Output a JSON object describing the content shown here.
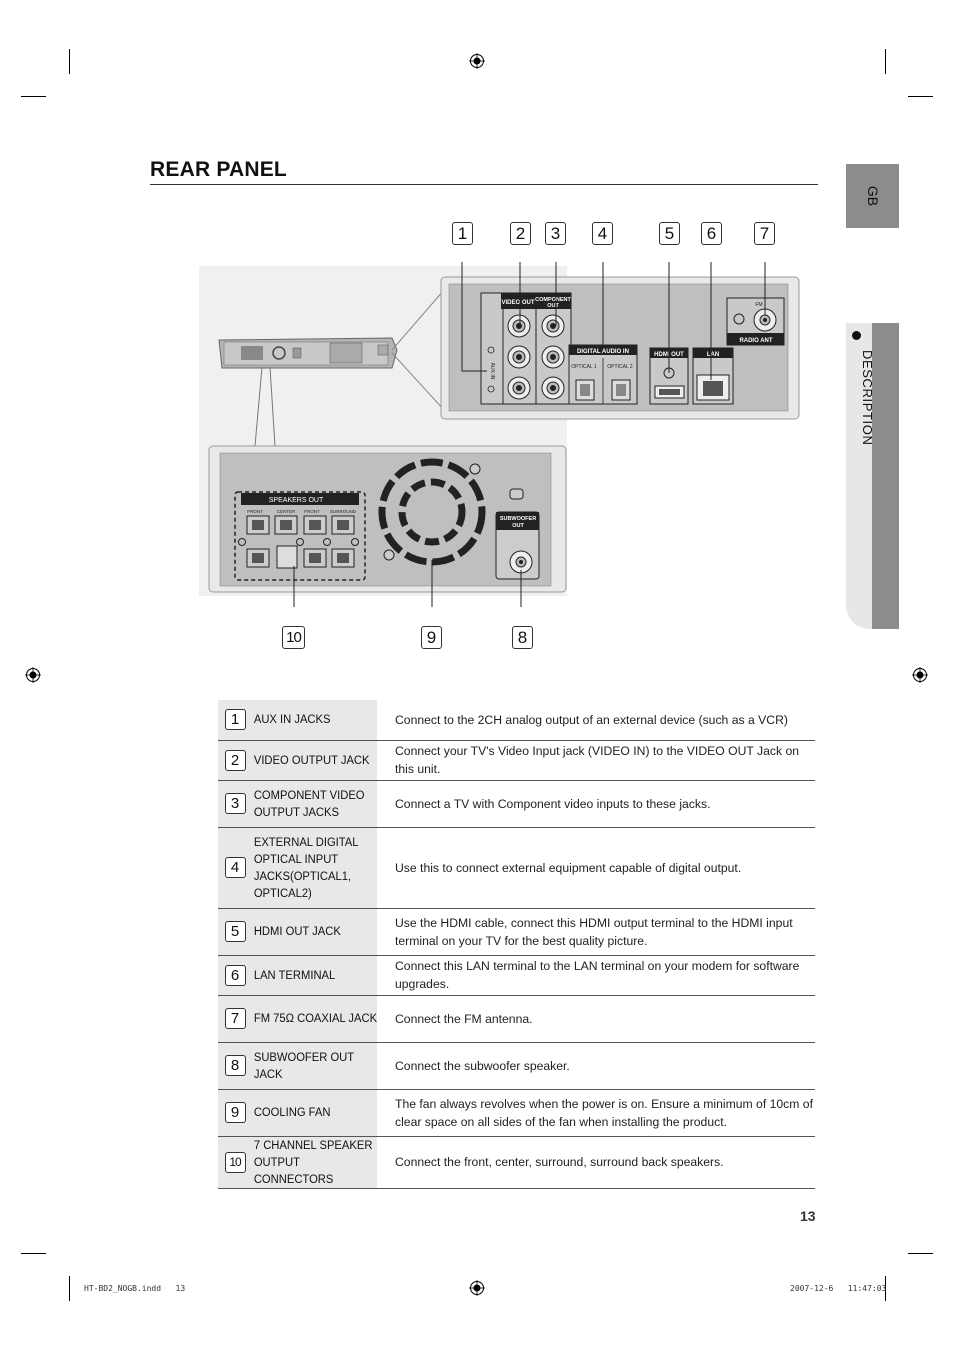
{
  "header": {
    "title": "REAR PANEL",
    "side_tab_code": "GB",
    "side_tab_section": "DESCRIPTION"
  },
  "diagram": {
    "callouts_top": [
      "1",
      "2",
      "3",
      "4",
      "5",
      "6",
      "7"
    ],
    "callouts_bottom": [
      "10",
      "9",
      "8"
    ],
    "labels": {
      "video_out": "VIDEO OUT",
      "component_out": "COMPONENT OUT",
      "digital_audio_in": "DIGITAL AUDIO IN",
      "optical1": "OPTICAL 1",
      "optical2": "OPTICAL 2",
      "hdmi_out": "HDMI OUT",
      "lan": "LAN",
      "fm": "FM",
      "radio_ant": "RADIO ANT",
      "aux_in": "AUX IN",
      "speakers_out": "SPEAKERS OUT",
      "front_l": "FRONT",
      "center": "CENTER",
      "front_r": "FRONT",
      "surround": "SURROUND",
      "subwoofer_out": "SUBWOOFER OUT"
    }
  },
  "table": {
    "rows": [
      {
        "num": "1",
        "name": "AUX IN JACKS",
        "desc": "Connect to the 2CH analog output of an external device (such as a VCR)"
      },
      {
        "num": "2",
        "name": "VIDEO OUTPUT JACK",
        "desc": "Connect your TV's Video Input jack (VIDEO IN) to the VIDEO OUT Jack on this unit."
      },
      {
        "num": "3",
        "name": "COMPONENT VIDEO OUTPUT JACKS",
        "desc": "Connect a TV with Component video inputs to these jacks."
      },
      {
        "num": "4",
        "name": "EXTERNAL DIGITAL OPTICAL INPUT JACKS(OPTICAL1, OPTICAL2)",
        "desc": "Use this to connect external equipment capable of digital output."
      },
      {
        "num": "5",
        "name": "HDMI OUT JACK",
        "desc": "Use the HDMI cable, connect this HDMI output terminal to the HDMI input terminal on your TV for the best quality picture."
      },
      {
        "num": "6",
        "name": "LAN TERMINAL",
        "desc": "Connect this LAN terminal to the LAN terminal on your modem for software upgrades."
      },
      {
        "num": "7",
        "name": "FM 75Ω COAXIAL JACK",
        "desc": "Connect the FM antenna."
      },
      {
        "num": "8",
        "name": "SUBWOOFER OUT JACK",
        "desc": "Connect the subwoofer speaker."
      },
      {
        "num": "9",
        "name": "COOLING FAN",
        "desc": "The fan always revolves when the power is on. Ensure a minimum of 10cm of clear space on all sides of the fan when installing the product."
      },
      {
        "num": "10",
        "name": "7 CHANNEL SPEAKER OUTPUT CONNECTORS",
        "desc": "Connect the front, center, surround, surround back speakers."
      }
    ]
  },
  "footer": {
    "page_number": "13",
    "file_info": "HT-BD2_NOGB.indd   13",
    "timestamp": "2007-12-6   11:47:03"
  }
}
